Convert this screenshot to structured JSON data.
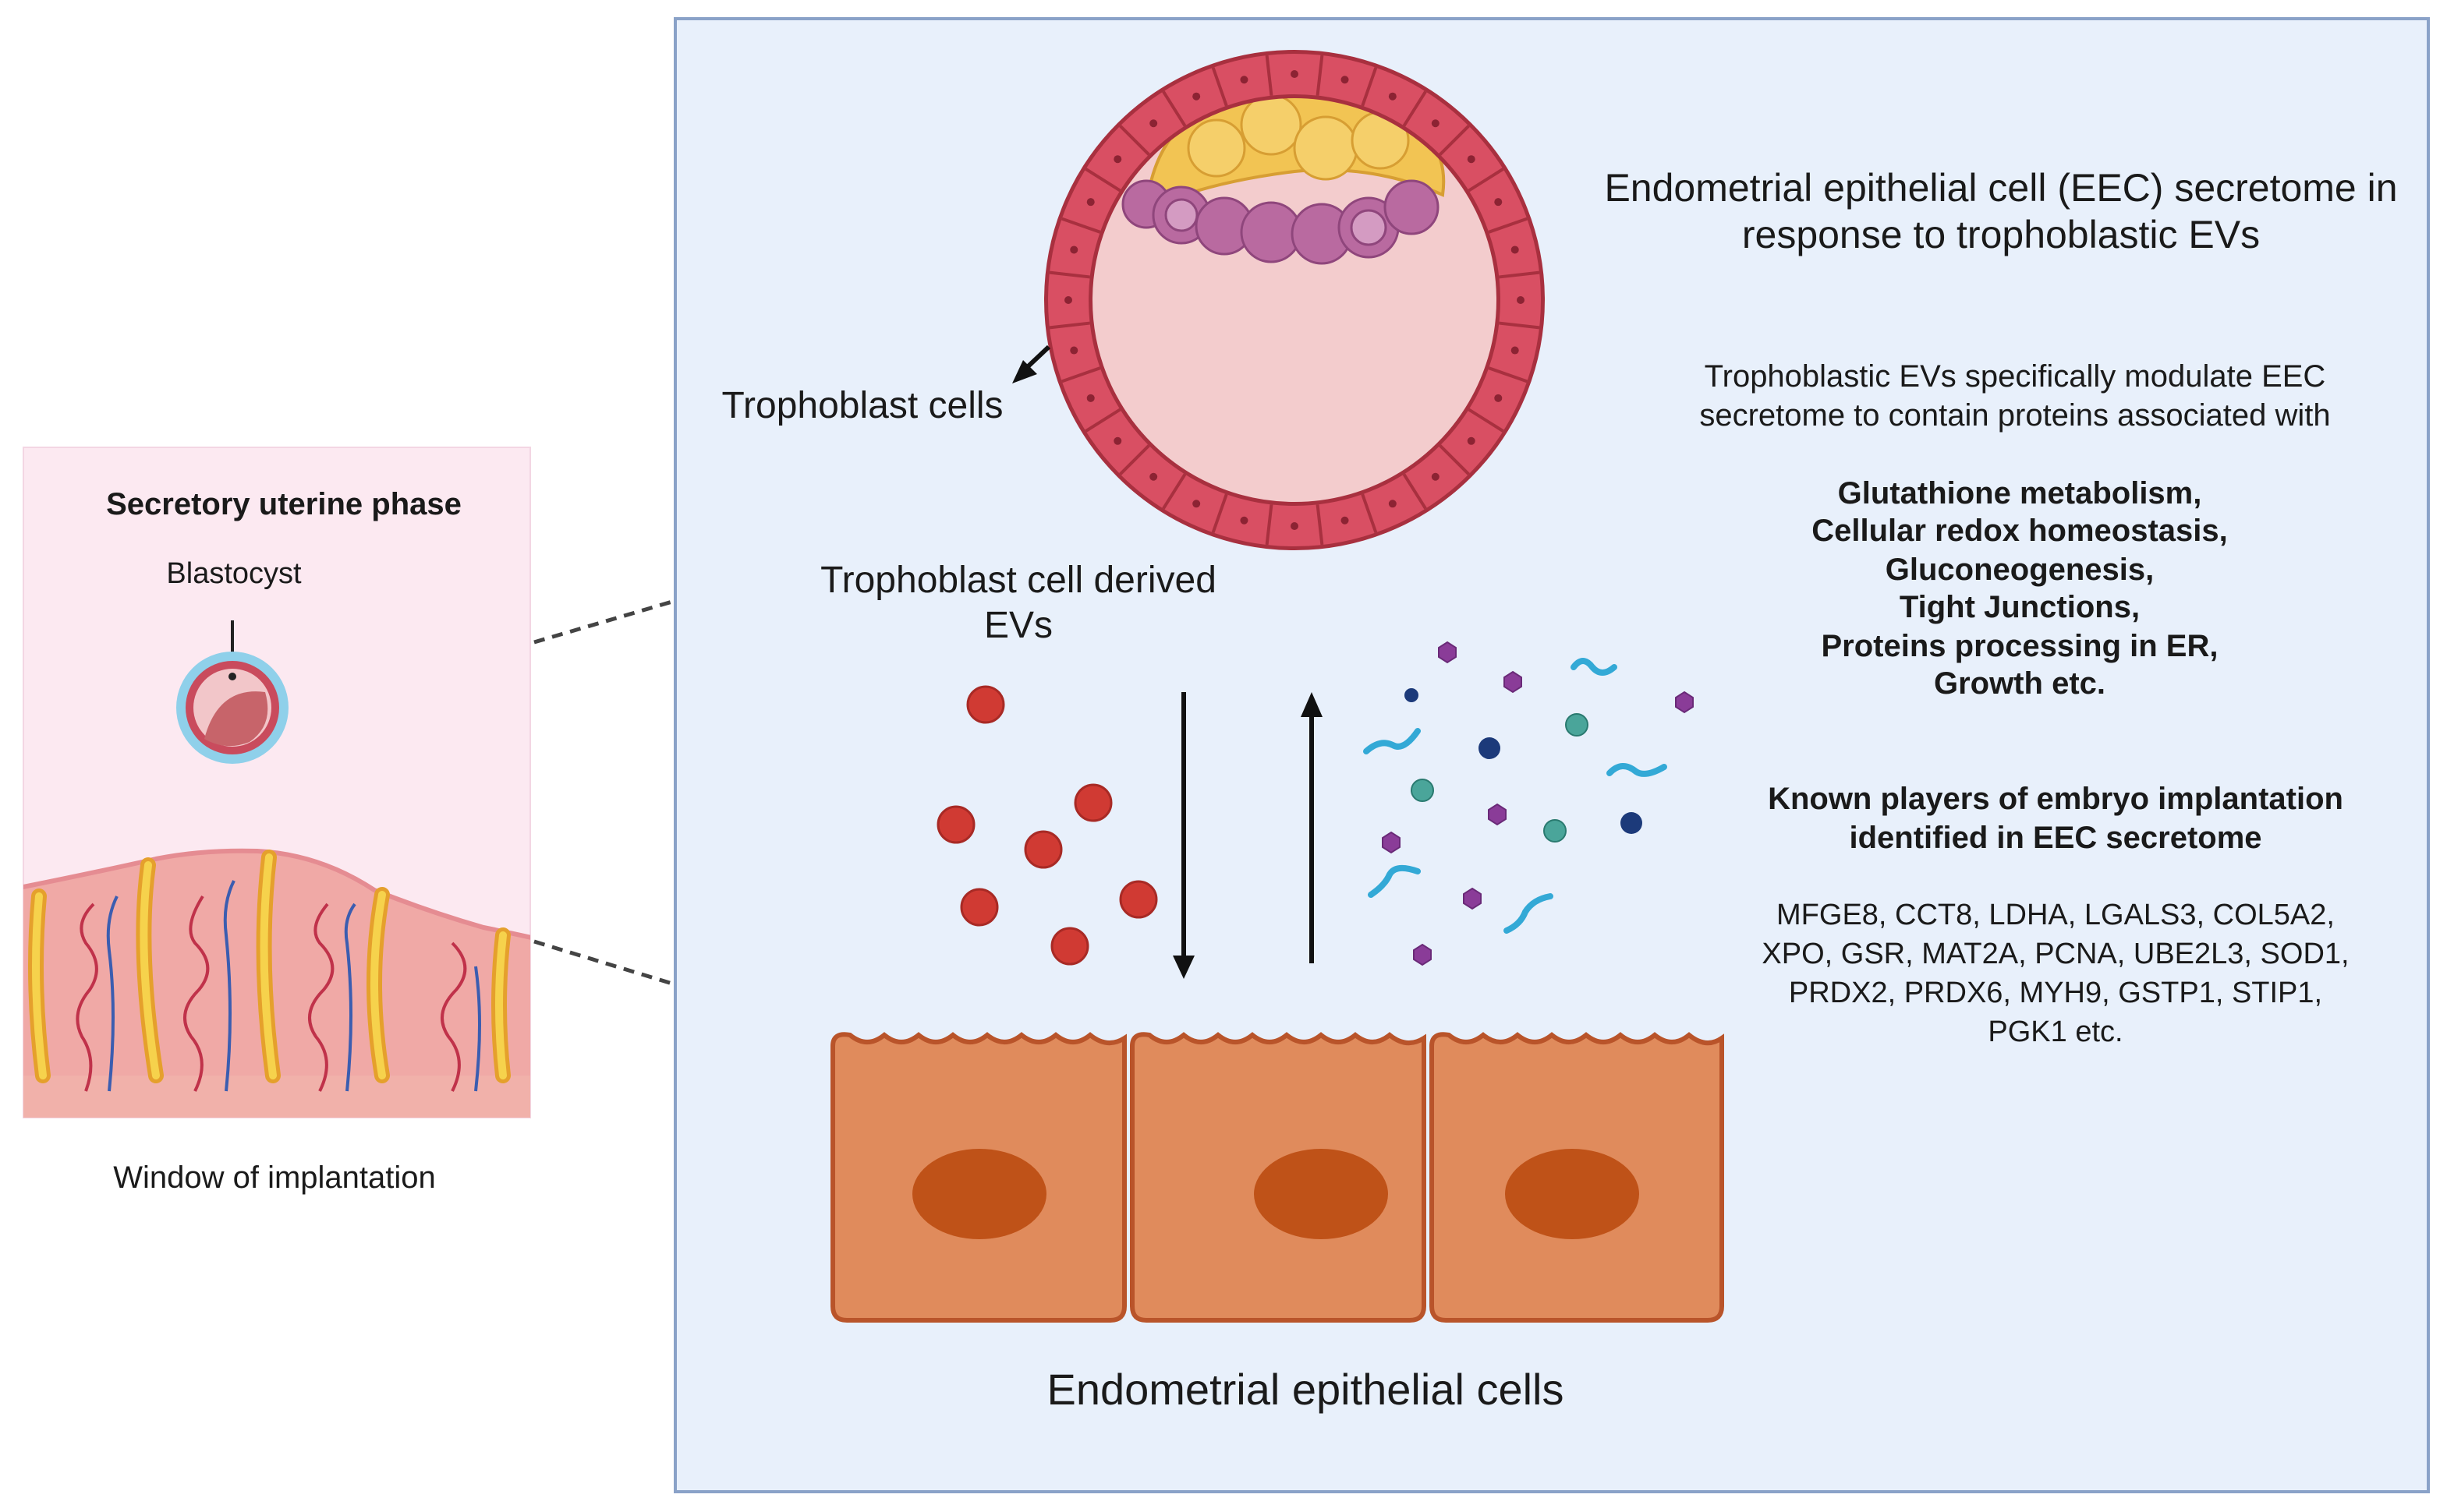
{
  "left_panel": {
    "title": "Secretory uterine phase",
    "blastocyst_label": "Blastocyst",
    "caption": "Window of implantation"
  },
  "main_panel": {
    "trophoblast_label": "Trophoblast cells",
    "ev_label_line1": "Trophoblast cell derived",
    "ev_label_line2": "EVs",
    "cells_label": "Endometrial epithelial cells",
    "heading_line1": "Endometrial epithelial cell (EEC) secretome in",
    "heading_line2": "response to trophoblastic EVs",
    "intro_line1": "Trophoblastic EVs specifically modulate EEC",
    "intro_line2": "secretome to contain proteins associated with",
    "pathways": [
      "Glutathione metabolism,",
      "Cellular redox homeostasis,",
      "Gluconeogenesis,",
      "Tight Junctions,",
      "Proteins processing in ER,",
      "Growth  etc."
    ],
    "players_title_line1": "Known players of embryo implantation",
    "players_title_line2": "identified in EEC secretome",
    "players_lines": [
      "MFGE8, CCT8, LDHA, LGALS3, COL5A2,",
      "XPO, GSR, MAT2A, PCNA, UBE2L3, SOD1,",
      "PRDX2, PRDX6, MYH9, GSTP1, STIP1,",
      "PGK1 etc."
    ]
  },
  "colors": {
    "panel_bg": "#e8f0fb",
    "panel_border": "#8aa2c8",
    "left_bg": "#fce9f1",
    "trophoblast": "#d94f63",
    "icm_yellow": "#f2c453",
    "icm_purple": "#b96aa0",
    "blastocoel": "#f3cccd",
    "ev_red": "#d03a33",
    "epithelial": "#e08b5c",
    "nucleus": "#bf5218"
  }
}
